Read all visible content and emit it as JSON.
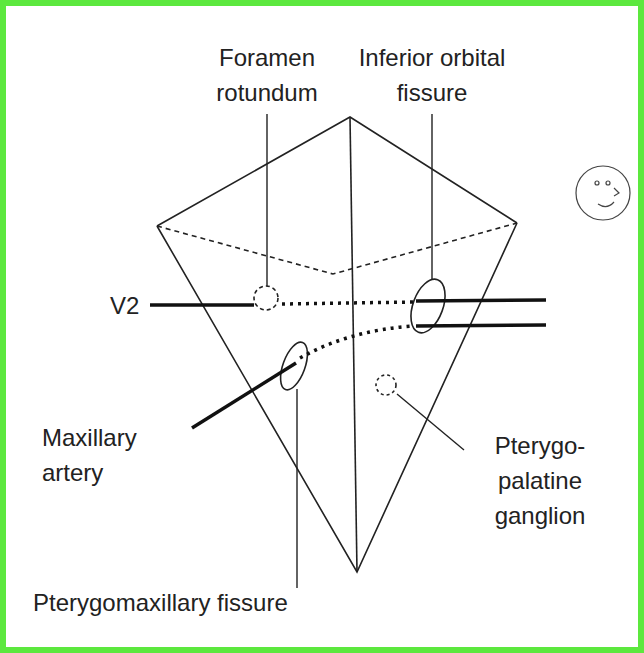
{
  "diagram": {
    "labels": [
      "Foramen rotundum",
      "Inferior orbital fissure",
      "V2",
      "Maxillary artery",
      "Pterygo- palatine ganglion",
      "Pterygomaxillary fissure"
    ]
  }
}
